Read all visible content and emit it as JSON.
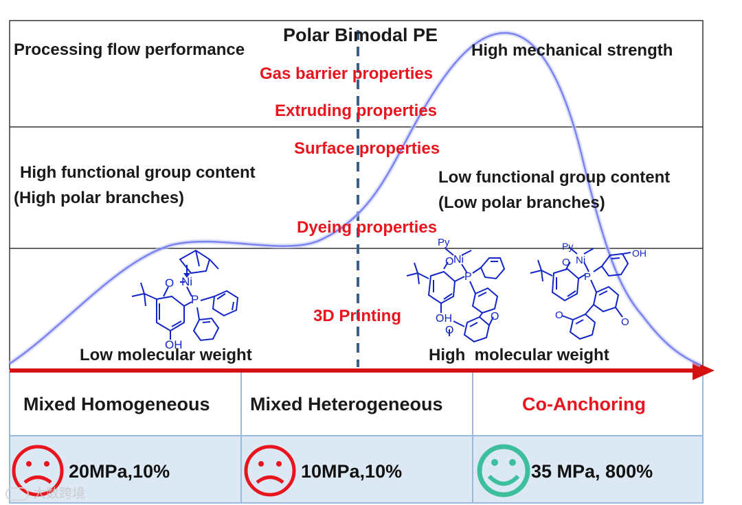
{
  "header": {
    "title": "Polar Bimodal PE"
  },
  "upper_left": {
    "top": "Processing flow performance"
  },
  "upper_right": {
    "top": "High mechanical strength"
  },
  "properties": [
    "Gas barrier properties",
    "Extruding properties",
    "Surface properties",
    "Dyeing properties",
    "3D Printing"
  ],
  "left_content": {
    "line1": "High functional group content",
    "line2": "(High polar branches)"
  },
  "right_content": {
    "line1": "Low functional group content",
    "line2": "(Low polar branches)"
  },
  "molecular_weight": {
    "low": "Low molecular weight",
    "high": "High  molecular weight"
  },
  "molecules": {
    "left": {
      "labels": [
        "O",
        "Ni",
        "P",
        "OH"
      ]
    },
    "middle": {
      "labels": [
        "Py",
        "O",
        "Ni",
        "P",
        "OH",
        "O",
        "O"
      ]
    },
    "right": {
      "labels": [
        "Py",
        "O",
        "Ni",
        "P",
        "OH",
        "O",
        "O"
      ]
    }
  },
  "table": {
    "headers": [
      "Mixed Homogeneous",
      "Mixed Heterogeneous",
      "Co-Anchoring"
    ],
    "results": [
      {
        "face": "sad-face-icon",
        "color": "#e8141e",
        "text": "20MPa,10%"
      },
      {
        "face": "sad-face-icon",
        "color": "#e8141e",
        "text": "10MPa,10%"
      },
      {
        "face": "happy-face-icon",
        "color": "#3dbf9e",
        "text": "35 MPa, 800%"
      }
    ]
  },
  "watermark": "大数跨境",
  "colors": {
    "property_red": "#e8141e",
    "curve": "#7b84ee",
    "arrow": "#d41010",
    "divider": "#3b5f8a",
    "happy": "#3dbf9e"
  }
}
